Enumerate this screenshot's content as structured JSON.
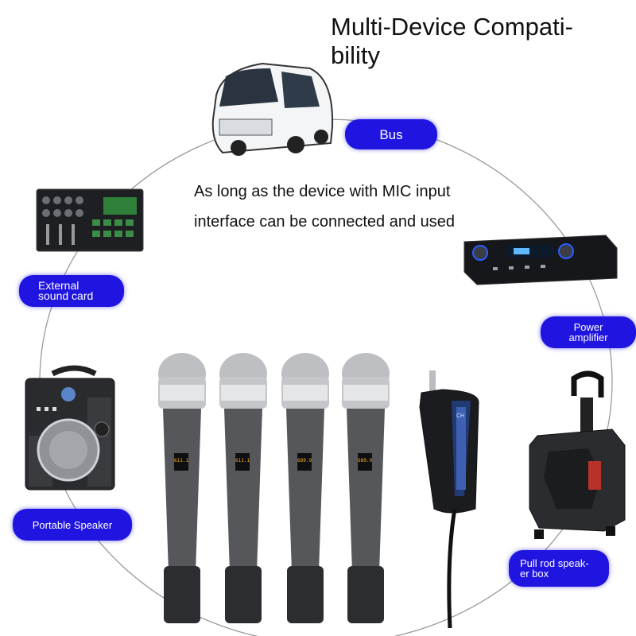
{
  "title": "Multi-Device Compati-\nbility",
  "description": {
    "line1": "As long as the device with MIC input",
    "line2": "interface can be connected and used"
  },
  "labels": {
    "bus": "Bus",
    "external_sound_card": "External\nsound card",
    "power_amplifier": "Power\namplifier",
    "portable_speaker": "Portable Speaker",
    "pull_rod_speaker_box": "Pull rod speak-\ner box"
  },
  "colors": {
    "label_background": "#1f14e0",
    "label_text": "#ffffff",
    "microphone_body": "#55575a"
  },
  "microphones": [
    {
      "display": "611.1"
    },
    {
      "display": "611.1"
    },
    {
      "display": "689.9"
    },
    {
      "display": "689.9"
    }
  ],
  "receiver": {
    "display": "CH"
  }
}
